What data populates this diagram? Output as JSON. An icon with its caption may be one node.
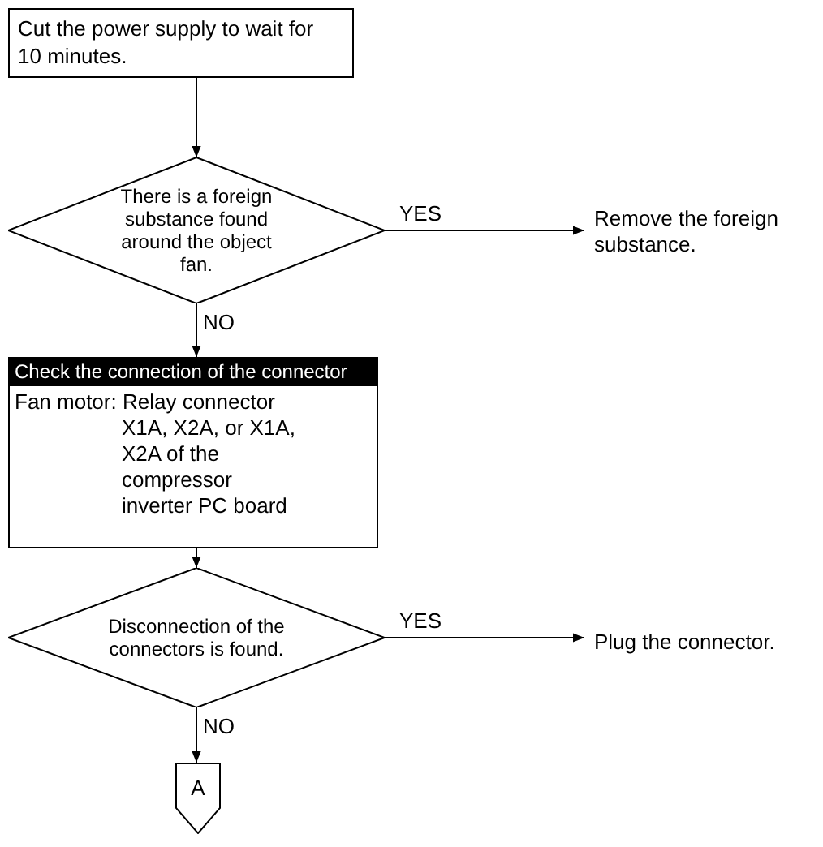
{
  "diagram": {
    "nodes": [
      {
        "text": [
          "Cut the power supply to wait for 10 minutes."
        ]
      },
      {
        "text": [
          "There is a foreign substance found around the object fan."
        ]
      },
      {
        "text": [
          "Remove the foreign substance."
        ]
      },
      {
        "text": [
          "Check the connection of the connector",
          "Fan motor: Relay connector X1A, X2A, or X1A, X2A of the compressor inverter PC board"
        ]
      },
      {
        "text": [
          "Disconnection of the connectors is found."
        ]
      },
      {
        "text": [
          "Plug the connector."
        ]
      },
      {
        "text": [
          "A"
        ]
      }
    ],
    "edges": [
      {
        "from": 0,
        "to": 1,
        "arrow": "to"
      },
      {
        "from": 1,
        "to": 2,
        "arrow": "to",
        "label": "YES"
      },
      {
        "from": 1,
        "to": 3,
        "arrow": "to",
        "label": "NO"
      },
      {
        "from": 3,
        "to": 4,
        "arrow": "to"
      },
      {
        "from": 4,
        "to": 5,
        "arrow": "to",
        "label": "YES"
      },
      {
        "from": 4,
        "to": 6,
        "arrow": "to",
        "label": "NO"
      }
    ]
  }
}
